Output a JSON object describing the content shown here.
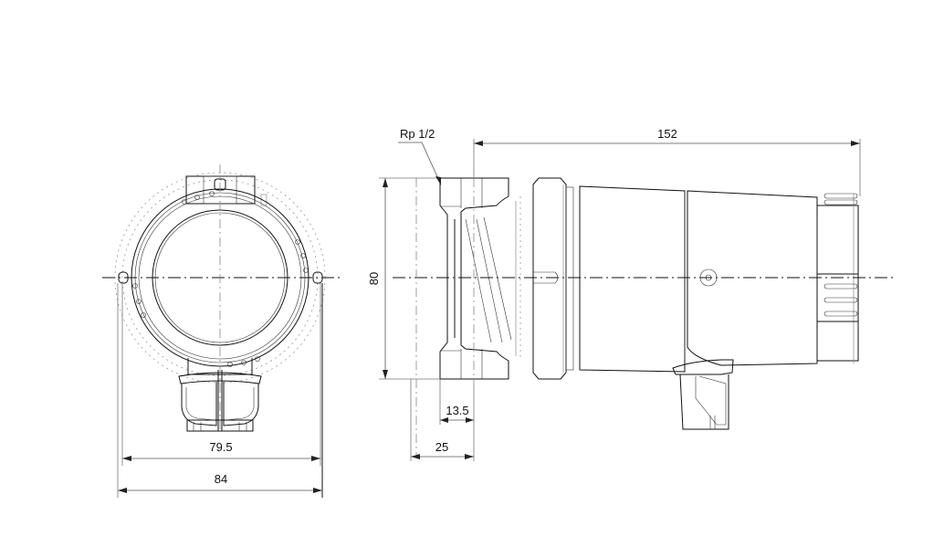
{
  "drawing": {
    "type": "technical-dimension-drawing",
    "views": [
      "front-view",
      "side-view"
    ],
    "units": "mm",
    "front_view": {
      "dimensions": {
        "inner_width": "79.5",
        "outer_width": "84"
      }
    },
    "side_view": {
      "thread_label": "Rp 1/2",
      "dimensions": {
        "overall_length": "152",
        "port_to_port_height": "80",
        "port_depth": "13.5",
        "flange_offset": "25"
      }
    }
  }
}
